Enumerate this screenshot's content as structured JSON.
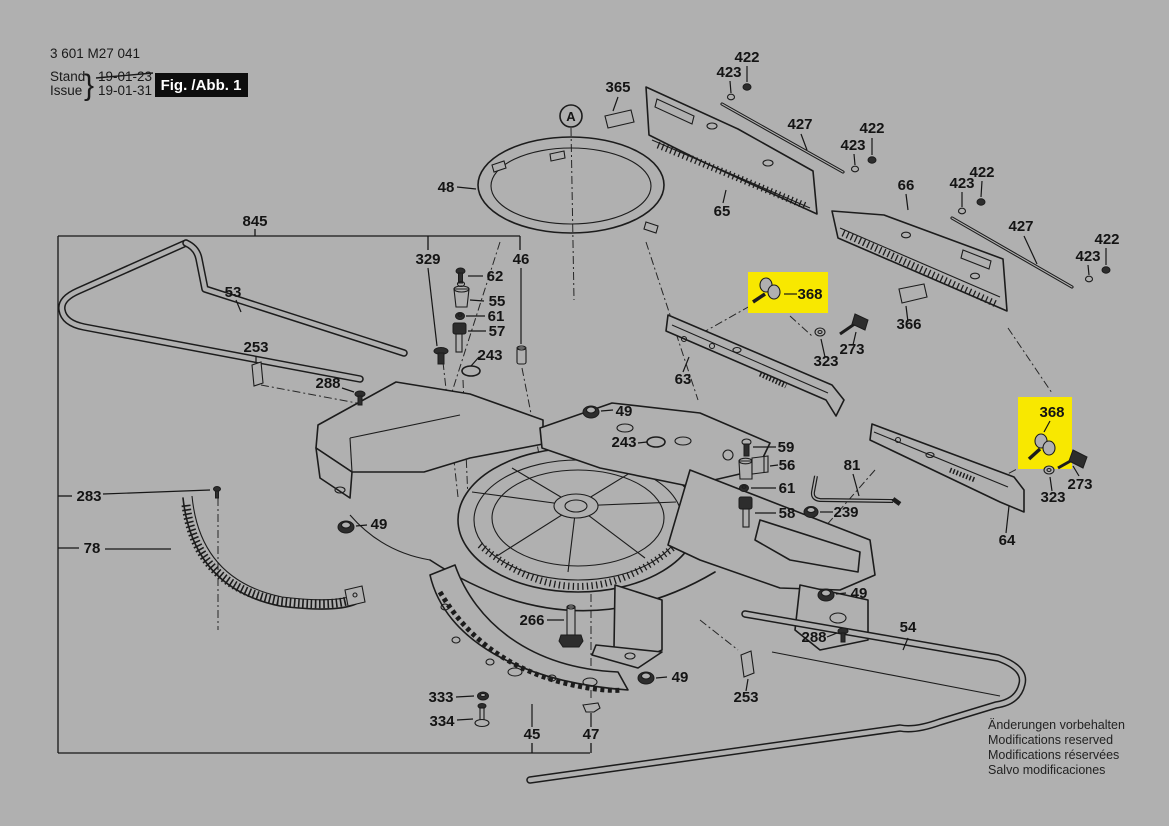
{
  "header": {
    "part_number": "3 601 M27 041",
    "stand_label": "Stand",
    "issue_label": "Issue",
    "brace": "}",
    "stand_date": "19-01-23",
    "issue_date": "19-01-31",
    "figure_badge": "Fig. /Abb. 1"
  },
  "detail_marker": "A",
  "colors": {
    "background": "#b0b0b0",
    "line": "#1c1c1c",
    "highlight": "#f8e800",
    "badge_bg": "#0d0d0d",
    "badge_text": "#ffffff"
  },
  "footer": {
    "lines": [
      "Änderungen vorbehalten",
      "Modifications reserved",
      "Modifications réservées",
      "Salvo modificaciones"
    ]
  },
  "callouts": [
    {
      "id": "845",
      "label": "845"
    },
    {
      "id": "53",
      "label": "53"
    },
    {
      "id": "253-left",
      "label": "253"
    },
    {
      "id": "288-left",
      "label": "288"
    },
    {
      "id": "283",
      "label": "283"
    },
    {
      "id": "78",
      "label": "78"
    },
    {
      "id": "329",
      "label": "329"
    },
    {
      "id": "46",
      "label": "46"
    },
    {
      "id": "62",
      "label": "62"
    },
    {
      "id": "55",
      "label": "55"
    },
    {
      "id": "61-upper",
      "label": "61"
    },
    {
      "id": "57",
      "label": "57"
    },
    {
      "id": "243-left",
      "label": "243"
    },
    {
      "id": "48",
      "label": "48"
    },
    {
      "id": "365",
      "label": "365"
    },
    {
      "id": "65",
      "label": "65"
    },
    {
      "id": "422-1",
      "label": "422"
    },
    {
      "id": "423-1",
      "label": "423"
    },
    {
      "id": "427-top",
      "label": "427"
    },
    {
      "id": "66",
      "label": "66"
    },
    {
      "id": "422-2",
      "label": "422"
    },
    {
      "id": "423-2",
      "label": "423"
    },
    {
      "id": "422-3",
      "label": "422"
    },
    {
      "id": "423-3",
      "label": "423"
    },
    {
      "id": "427-right",
      "label": "427"
    },
    {
      "id": "422-4",
      "label": "422"
    },
    {
      "id": "423-4",
      "label": "423"
    },
    {
      "id": "366",
      "label": "366"
    },
    {
      "id": "368-left",
      "label": "368",
      "highlighted": true
    },
    {
      "id": "323-left",
      "label": "323"
    },
    {
      "id": "273-left",
      "label": "273"
    },
    {
      "id": "63",
      "label": "63"
    },
    {
      "id": "368-right",
      "label": "368",
      "highlighted": true
    },
    {
      "id": "323-right",
      "label": "323"
    },
    {
      "id": "273-right",
      "label": "273"
    },
    {
      "id": "64",
      "label": "64"
    },
    {
      "id": "49-1",
      "label": "49"
    },
    {
      "id": "243-right",
      "label": "243"
    },
    {
      "id": "59",
      "label": "59"
    },
    {
      "id": "56",
      "label": "56"
    },
    {
      "id": "61-lower",
      "label": "61"
    },
    {
      "id": "58",
      "label": "58"
    },
    {
      "id": "81",
      "label": "81"
    },
    {
      "id": "239",
      "label": "239"
    },
    {
      "id": "49-2",
      "label": "49"
    },
    {
      "id": "49-3",
      "label": "49"
    },
    {
      "id": "49-4",
      "label": "49"
    },
    {
      "id": "266",
      "label": "266"
    },
    {
      "id": "288-right",
      "label": "288"
    },
    {
      "id": "54",
      "label": "54"
    },
    {
      "id": "253-right",
      "label": "253"
    },
    {
      "id": "333",
      "label": "333"
    },
    {
      "id": "334",
      "label": "334"
    },
    {
      "id": "45",
      "label": "45"
    },
    {
      "id": "47",
      "label": "47"
    }
  ]
}
